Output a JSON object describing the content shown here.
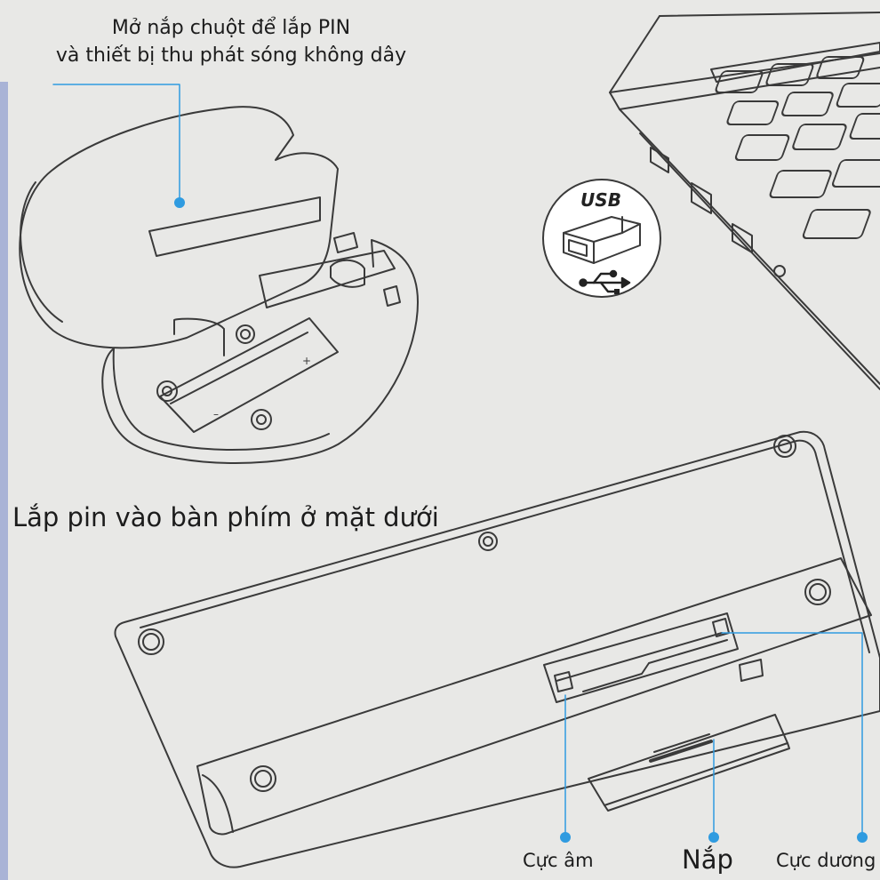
{
  "labels": {
    "mouse_instruction_line1": "Mở nắp chuột để lắp PIN",
    "mouse_instruction_line2": "và thiết bị thu phát sóng không dây",
    "keyboard_instruction": "Lắp pin vào bàn phím ở mặt dưới",
    "negative_terminal": "Cực âm",
    "lid": "Nắp",
    "positive_terminal": "Cực dương",
    "usb_badge": "USB"
  },
  "colors": {
    "background": "#e8e8e6",
    "outline": "#3a3a3a",
    "callout": "#2f9be0",
    "accent_bar": "#a9b3d6"
  }
}
